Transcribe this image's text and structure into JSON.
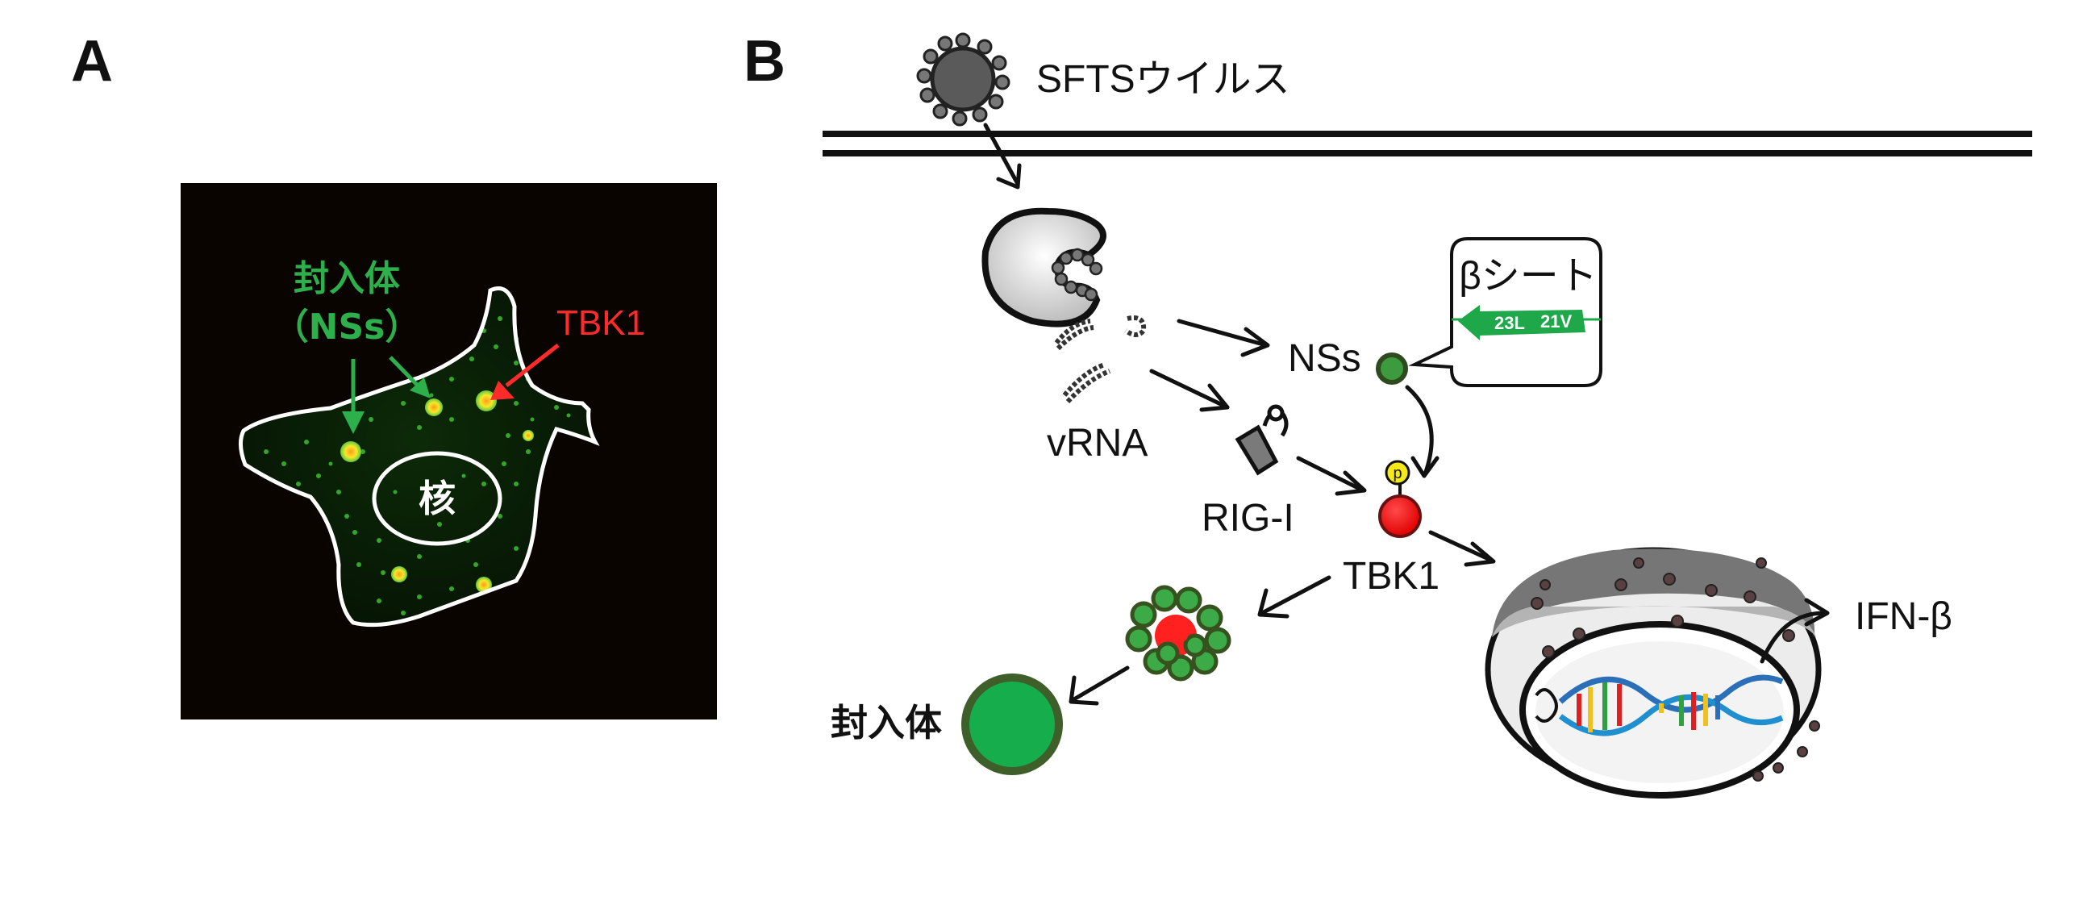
{
  "panels": {
    "a_label": "A",
    "b_label": "B"
  },
  "panel_a": {
    "inclusion_label_line1": "封入体",
    "inclusion_label_line2": "（NSs）",
    "tbk1_label": "TBK1",
    "nucleus_label": "核"
  },
  "panel_b": {
    "virus_label": "SFTSウイルス",
    "vrna_label": "vRNA",
    "nss_label": "NSs",
    "rigi_label": "RIG-I",
    "tbk1_label": "TBK1",
    "beta_sheet_label": "βシート",
    "strand_res_1": "23L",
    "strand_res_2": "21V",
    "phospho_label": "p",
    "ifn_label": "IFN-β",
    "inclusion_label": "封入体"
  },
  "colors": {
    "green": "#2db04b",
    "dark_green": "#3f5f2a",
    "red": "#ee1111",
    "yellow": "#ffff33",
    "black": "#111111"
  }
}
